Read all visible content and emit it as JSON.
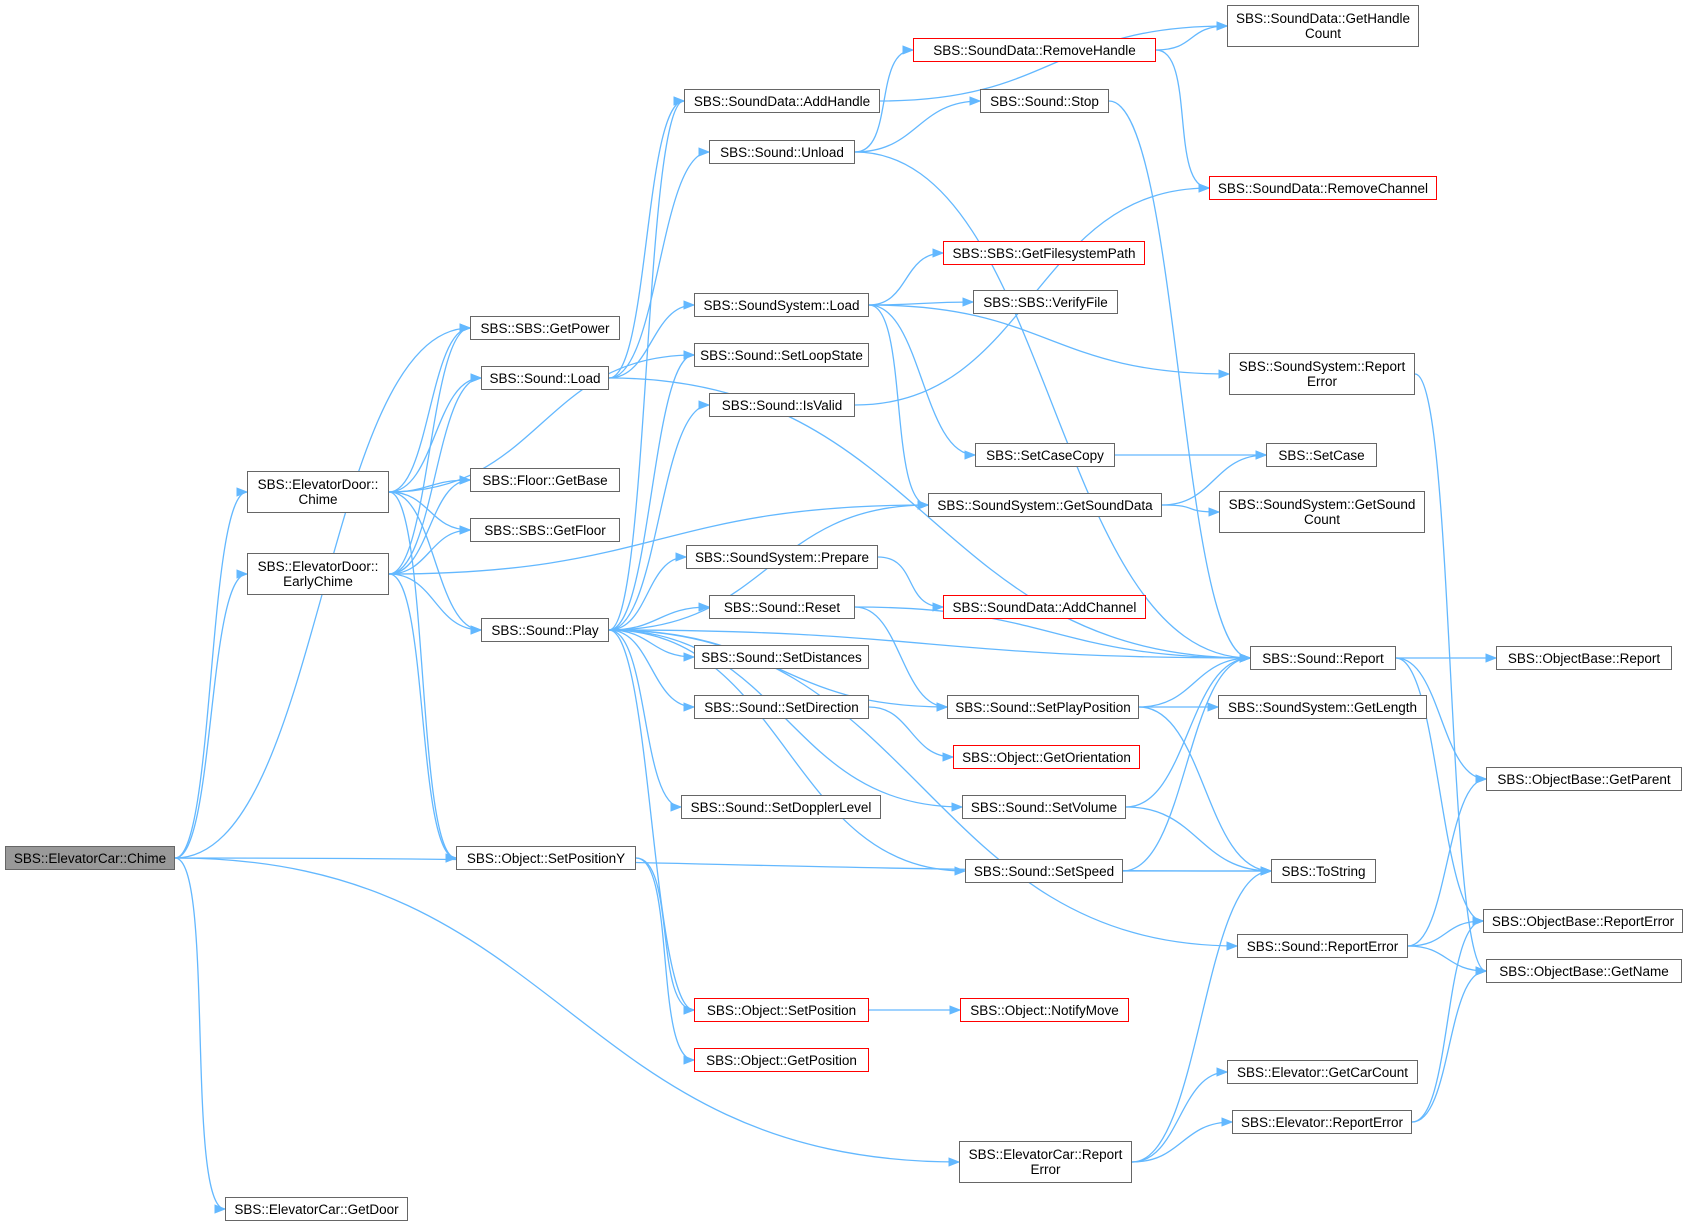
{
  "colors": {
    "edge": "#63b8ff",
    "node_border": "#666666",
    "node_border_truncated": "#ff0000",
    "root_fill": "#999999"
  },
  "nodes": [
    {
      "id": "root",
      "lines": [
        "SBS::ElevatorCar::Chime"
      ],
      "style": "root"
    },
    {
      "id": "door_chime",
      "lines": [
        "SBS::ElevatorDoor::",
        "Chime"
      ],
      "style": "normal"
    },
    {
      "id": "door_early",
      "lines": [
        "SBS::ElevatorDoor::",
        "EarlyChime"
      ],
      "style": "normal"
    },
    {
      "id": "getdoor",
      "lines": [
        "SBS::ElevatorCar::GetDoor"
      ],
      "style": "normal"
    },
    {
      "id": "getpower",
      "lines": [
        "SBS::SBS::GetPower"
      ],
      "style": "normal"
    },
    {
      "id": "sound_load",
      "lines": [
        "SBS::Sound::Load"
      ],
      "style": "normal"
    },
    {
      "id": "floor_getbase",
      "lines": [
        "SBS::Floor::GetBase"
      ],
      "style": "normal"
    },
    {
      "id": "sbs_getfloor",
      "lines": [
        "SBS::SBS::GetFloor"
      ],
      "style": "normal"
    },
    {
      "id": "sound_play",
      "lines": [
        "SBS::Sound::Play"
      ],
      "style": "normal"
    },
    {
      "id": "obj_setposy",
      "lines": [
        "SBS::Object::SetPositionY"
      ],
      "style": "normal"
    },
    {
      "id": "sd_addhandle",
      "lines": [
        "SBS::SoundData::AddHandle"
      ],
      "style": "normal"
    },
    {
      "id": "sound_unload",
      "lines": [
        "SBS::Sound::Unload"
      ],
      "style": "normal"
    },
    {
      "id": "ss_load",
      "lines": [
        "SBS::SoundSystem::Load"
      ],
      "style": "normal"
    },
    {
      "id": "sound_setloop",
      "lines": [
        "SBS::Sound::SetLoopState"
      ],
      "style": "normal"
    },
    {
      "id": "sound_isvalid",
      "lines": [
        "SBS::Sound::IsValid"
      ],
      "style": "normal"
    },
    {
      "id": "ss_prepare",
      "lines": [
        "SBS::SoundSystem::Prepare"
      ],
      "style": "normal"
    },
    {
      "id": "sound_reset",
      "lines": [
        "SBS::Sound::Reset"
      ],
      "style": "normal"
    },
    {
      "id": "sound_setdist",
      "lines": [
        "SBS::Sound::SetDistances"
      ],
      "style": "normal"
    },
    {
      "id": "sound_setdir",
      "lines": [
        "SBS::Sound::SetDirection"
      ],
      "style": "normal"
    },
    {
      "id": "sound_setdoppler",
      "lines": [
        "SBS::Sound::SetDopplerLevel"
      ],
      "style": "normal"
    },
    {
      "id": "obj_setpos",
      "lines": [
        "SBS::Object::SetPosition"
      ],
      "style": "red"
    },
    {
      "id": "obj_getpos",
      "lines": [
        "SBS::Object::GetPosition"
      ],
      "style": "red"
    },
    {
      "id": "sd_removehandle",
      "lines": [
        "SBS::SoundData::RemoveHandle"
      ],
      "style": "red"
    },
    {
      "id": "sound_stop",
      "lines": [
        "SBS::Sound::Stop"
      ],
      "style": "normal"
    },
    {
      "id": "sbs_getfspath",
      "lines": [
        "SBS::SBS::GetFilesystemPath"
      ],
      "style": "red"
    },
    {
      "id": "sbs_verifyfile",
      "lines": [
        "SBS::SBS::VerifyFile"
      ],
      "style": "normal"
    },
    {
      "id": "setcasecopy",
      "lines": [
        "SBS::SetCaseCopy"
      ],
      "style": "normal"
    },
    {
      "id": "ss_getsounddata",
      "lines": [
        "SBS::SoundSystem::GetSoundData"
      ],
      "style": "normal"
    },
    {
      "id": "sd_addchannel",
      "lines": [
        "SBS::SoundData::AddChannel"
      ],
      "style": "red"
    },
    {
      "id": "sound_setplaypos",
      "lines": [
        "SBS::Sound::SetPlayPosition"
      ],
      "style": "normal"
    },
    {
      "id": "obj_getorient",
      "lines": [
        "SBS::Object::GetOrientation"
      ],
      "style": "red"
    },
    {
      "id": "sound_setvolume",
      "lines": [
        "SBS::Sound::SetVolume"
      ],
      "style": "normal"
    },
    {
      "id": "sound_setspeed",
      "lines": [
        "SBS::Sound::SetSpeed"
      ],
      "style": "normal"
    },
    {
      "id": "obj_notifymove",
      "lines": [
        "SBS::Object::NotifyMove"
      ],
      "style": "red"
    },
    {
      "id": "car_reporterror",
      "lines": [
        "SBS::ElevatorCar::Report",
        "Error"
      ],
      "style": "normal"
    },
    {
      "id": "sd_gethandlecount",
      "lines": [
        "SBS::SoundData::GetHandle",
        "Count"
      ],
      "style": "normal"
    },
    {
      "id": "sd_removechannel",
      "lines": [
        "SBS::SoundData::RemoveChannel"
      ],
      "style": "red"
    },
    {
      "id": "ss_reporterror",
      "lines": [
        "SBS::SoundSystem::Report",
        "Error"
      ],
      "style": "normal"
    },
    {
      "id": "setcase",
      "lines": [
        "SBS::SetCase"
      ],
      "style": "normal"
    },
    {
      "id": "ss_getsoundcount",
      "lines": [
        "SBS::SoundSystem::GetSound",
        "Count"
      ],
      "style": "normal"
    },
    {
      "id": "sound_report",
      "lines": [
        "SBS::Sound::Report"
      ],
      "style": "normal"
    },
    {
      "id": "ss_getlength",
      "lines": [
        "SBS::SoundSystem::GetLength"
      ],
      "style": "normal"
    },
    {
      "id": "tostring",
      "lines": [
        "SBS::ToString"
      ],
      "style": "normal"
    },
    {
      "id": "sound_reporterror",
      "lines": [
        "SBS::Sound::ReportError"
      ],
      "style": "normal"
    },
    {
      "id": "elev_getcarcount",
      "lines": [
        "SBS::Elevator::GetCarCount"
      ],
      "style": "normal"
    },
    {
      "id": "elev_reporterror",
      "lines": [
        "SBS::Elevator::ReportError"
      ],
      "style": "normal"
    },
    {
      "id": "ob_report",
      "lines": [
        "SBS::ObjectBase::Report"
      ],
      "style": "normal"
    },
    {
      "id": "ob_getparent",
      "lines": [
        "SBS::ObjectBase::GetParent"
      ],
      "style": "normal"
    },
    {
      "id": "ob_reporterror",
      "lines": [
        "SBS::ObjectBase::ReportError"
      ],
      "style": "normal"
    },
    {
      "id": "ob_getname",
      "lines": [
        "SBS::ObjectBase::GetName"
      ],
      "style": "normal"
    }
  ],
  "edges": [
    [
      "root",
      "getpower"
    ],
    [
      "root",
      "door_chime"
    ],
    [
      "root",
      "door_early"
    ],
    [
      "root",
      "getdoor"
    ],
    [
      "root",
      "tostring"
    ],
    [
      "root",
      "car_reporterror"
    ],
    [
      "door_chime",
      "getpower"
    ],
    [
      "door_chime",
      "sound_load"
    ],
    [
      "door_chime",
      "floor_getbase"
    ],
    [
      "door_chime",
      "sbs_getfloor"
    ],
    [
      "door_chime",
      "sound_play"
    ],
    [
      "door_chime",
      "obj_setposy"
    ],
    [
      "door_chime",
      "sound_setloop"
    ],
    [
      "door_early",
      "getpower"
    ],
    [
      "door_early",
      "sound_load"
    ],
    [
      "door_early",
      "floor_getbase"
    ],
    [
      "door_early",
      "sbs_getfloor"
    ],
    [
      "door_early",
      "sound_play"
    ],
    [
      "door_early",
      "obj_setposy"
    ],
    [
      "door_early",
      "ss_getsounddata"
    ],
    [
      "sound_load",
      "sd_addhandle"
    ],
    [
      "sound_load",
      "sound_unload"
    ],
    [
      "sound_load",
      "ss_load"
    ],
    [
      "sound_load",
      "sound_report"
    ],
    [
      "sound_play",
      "sd_addhandle"
    ],
    [
      "sound_play",
      "sound_setloop"
    ],
    [
      "sound_play",
      "sound_isvalid"
    ],
    [
      "sound_play",
      "ss_prepare"
    ],
    [
      "sound_play",
      "sound_reset"
    ],
    [
      "sound_play",
      "sound_setdist"
    ],
    [
      "sound_play",
      "sound_setdir"
    ],
    [
      "sound_play",
      "sound_setdoppler"
    ],
    [
      "sound_play",
      "obj_setpos"
    ],
    [
      "sound_play",
      "sound_setplaypos"
    ],
    [
      "sound_play",
      "sound_setvolume"
    ],
    [
      "sound_play",
      "sound_setspeed"
    ],
    [
      "sound_play",
      "sound_report"
    ],
    [
      "sound_play",
      "sound_reporterror"
    ],
    [
      "sound_play",
      "ss_getsounddata"
    ],
    [
      "obj_setposy",
      "obj_setpos"
    ],
    [
      "obj_setposy",
      "obj_getpos"
    ],
    [
      "sd_addhandle",
      "sd_gethandlecount"
    ],
    [
      "sound_unload",
      "sd_removehandle"
    ],
    [
      "sound_unload",
      "sound_stop"
    ],
    [
      "sound_unload",
      "sound_report"
    ],
    [
      "sd_removehandle",
      "sd_gethandlecount"
    ],
    [
      "sd_removehandle",
      "sd_removechannel"
    ],
    [
      "sound_stop",
      "sound_report"
    ],
    [
      "ss_load",
      "sbs_getfspath"
    ],
    [
      "ss_load",
      "sbs_verifyfile"
    ],
    [
      "ss_load",
      "ss_reporterror"
    ],
    [
      "ss_load",
      "setcasecopy"
    ],
    [
      "ss_load",
      "ss_getsounddata"
    ],
    [
      "sound_isvalid",
      "sd_removechannel"
    ],
    [
      "setcasecopy",
      "setcase"
    ],
    [
      "ss_getsounddata",
      "setcase"
    ],
    [
      "ss_getsounddata",
      "ss_getsoundcount"
    ],
    [
      "ss_prepare",
      "sd_addchannel"
    ],
    [
      "sound_reset",
      "sound_report"
    ],
    [
      "sound_reset",
      "sound_setplaypos"
    ],
    [
      "sound_setdir",
      "obj_getorient"
    ],
    [
      "sound_setplaypos",
      "sound_report"
    ],
    [
      "sound_setplaypos",
      "ss_getlength"
    ],
    [
      "sound_setplaypos",
      "tostring"
    ],
    [
      "sound_setvolume",
      "sound_report"
    ],
    [
      "sound_setvolume",
      "tostring"
    ],
    [
      "sound_setspeed",
      "sound_report"
    ],
    [
      "sound_setspeed",
      "tostring"
    ],
    [
      "obj_setpos",
      "obj_notifymove"
    ],
    [
      "car_reporterror",
      "elev_getcarcount"
    ],
    [
      "car_reporterror",
      "elev_reporterror"
    ],
    [
      "car_reporterror",
      "tostring"
    ],
    [
      "ss_reporterror",
      "ob_getname"
    ],
    [
      "sound_report",
      "ob_report"
    ],
    [
      "sound_report",
      "ob_getparent"
    ],
    [
      "sound_report",
      "ob_reporterror"
    ],
    [
      "sound_reporterror",
      "ob_getparent"
    ],
    [
      "sound_reporterror",
      "ob_reporterror"
    ],
    [
      "sound_reporterror",
      "ob_getname"
    ],
    [
      "elev_reporterror",
      "ob_reporterror"
    ],
    [
      "elev_reporterror",
      "ob_getname"
    ]
  ]
}
